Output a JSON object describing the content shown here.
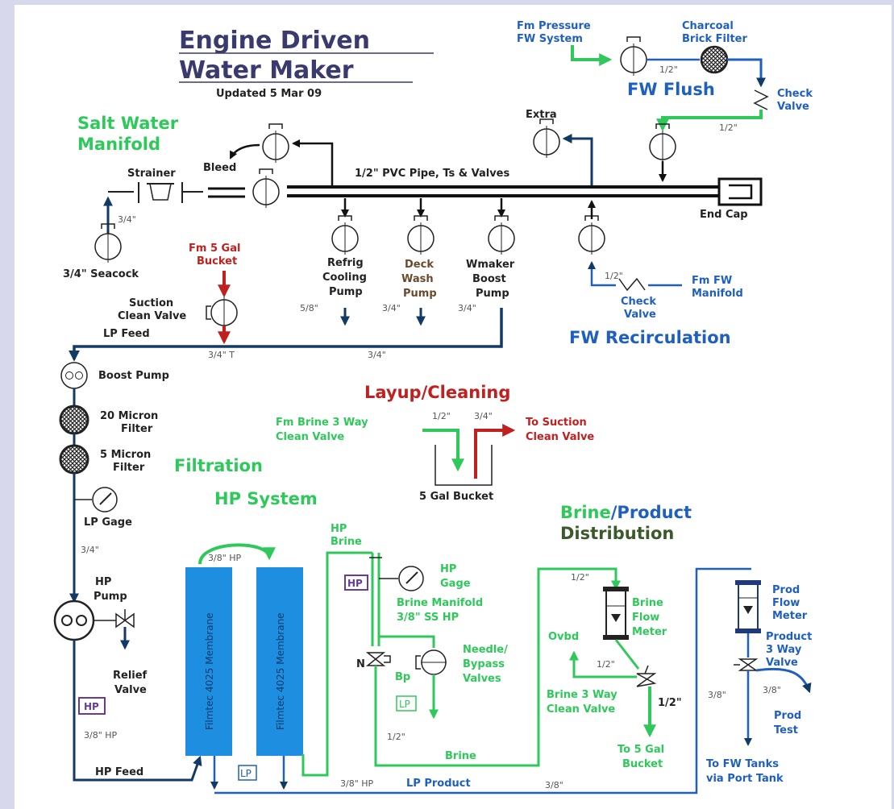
{
  "title": {
    "line1": "Engine Driven",
    "line2": "Water Maker",
    "updated": "Updated 5 Mar 09"
  },
  "sections": {
    "salt_water_manifold": {
      "line1": "Salt Water",
      "line2": "Manifold"
    },
    "fw_flush": "FW Flush",
    "fw_recirculation": "FW Recirculation",
    "layup_cleaning": "Layup/Cleaning",
    "filtration": "Filtration",
    "hp_system": "HP System",
    "brine_word": "Brine",
    "product_word": "/Product",
    "distribution": "Distribution"
  },
  "labels": {
    "fm_pressure_1": "Fm Pressure",
    "fm_pressure_2": "FW System",
    "charcoal_1": "Charcoal",
    "charcoal_2": "Brick Filter",
    "half_in_a": "1/2\"",
    "check_valve_1": "Check",
    "check_valve_2": "Valve",
    "half_in_b": "1/2\"",
    "extra": "Extra",
    "bleed": "Bleed",
    "strainer": "Strainer",
    "pvc_pipe": "1/2\" PVC Pipe, Ts & Valves",
    "end_cap": "End Cap",
    "three_quarter_a": "3/4\"",
    "seacock": "3/4\" Seacock",
    "fm5gal_1": "Fm 5 Gal",
    "fm5gal_2": "Bucket",
    "refrig_1": "Refrig",
    "refrig_2": "Cooling",
    "refrig_3": "Pump",
    "deck_1": "Deck",
    "deck_2": "Wash",
    "deck_3": "Pump",
    "wmaker_1": "Wmaker",
    "wmaker_2": "Boost",
    "wmaker_3": "Pump",
    "half_in_c": "1/2\"",
    "fm_fw_1": "Fm FW",
    "fm_fw_2": "Manifold",
    "check2_1": "Check",
    "check2_2": "Valve",
    "suction_1": "Suction",
    "suction_2": "Clean Valve",
    "five_eighths": "5/8\"",
    "three_quarter_b": "3/4\"",
    "three_quarter_c": "3/4\"",
    "lp_feed": "LP Feed",
    "three_quarter_t": "3/4\" T",
    "three_quarter_d": "3/4\"",
    "boost_pump": "Boost Pump",
    "micron20_1": "20 Micron",
    "micron20_2": "Filter",
    "micron5_1": "5 Micron",
    "micron5_2": "Filter",
    "fm_brine_1": "Fm Brine 3 Way",
    "fm_brine_2": "Clean Valve",
    "half_in_d": "1/2\"",
    "three_quarter_e": "3/4\"",
    "to_suction_1": "To Suction",
    "to_suction_2": "Clean Valve",
    "five_gal_bucket": "5 Gal Bucket",
    "lp_gage": "LP Gage",
    "three_quarter_f": "3/4\"",
    "hp_pump_1": "HP",
    "hp_pump_2": "Pump",
    "relief_1": "Relief",
    "relief_2": "Valve",
    "hp_box_a": "HP",
    "three_eighths_hp_a": "3/8\" HP",
    "hp_feed": "HP Feed",
    "three_eighths_hp_b": "3/8\" HP",
    "membrane_1": "Filmtec 4025 Membrane",
    "membrane_2": "Filmtec 4025 Membrane",
    "lp_box_a": "LP",
    "hp_brine_1": "HP",
    "hp_brine_2": "Brine",
    "hp_box_b": "HP",
    "hp_gage_1": "HP",
    "hp_gage_2": "Gage",
    "brine_manifold_1": "Brine Manifold",
    "brine_manifold_2": "3/8\" SS HP",
    "needle_1": "Needle/",
    "needle_2": "Bypass",
    "needle_3": "Valves",
    "n_label": "N",
    "bp_label": "Bp",
    "lp_box_b": "LP",
    "half_in_e": "1/2\"",
    "brine_line": "Brine",
    "three_eighths_hp_c": "3/8\" HP",
    "lp_product": "LP Product",
    "three_eighths_a": "3/8\"",
    "half_in_f": "1/2\"",
    "brine_flow_1": "Brine",
    "brine_flow_2": "Flow",
    "brine_flow_3": "Meter",
    "ovbd": "Ovbd",
    "half_in_g": "1/2\"",
    "half_in_h": "1/2\"",
    "brine3way_1": "Brine 3 Way",
    "brine3way_2": "Clean Valve",
    "to5gal_1": "To 5 Gal",
    "to5gal_2": "Bucket",
    "prod_flow_1": "Prod",
    "prod_flow_2": "Flow",
    "prod_flow_3": "Meter",
    "product3_1": "Product",
    "product3_2": "3 Way",
    "product3_3": "Valve",
    "three_eighths_b": "3/8\"",
    "three_eighths_c": "3/8\"",
    "prod_test_1": "Prod",
    "prod_test_2": "Test",
    "to_fw_1": "To FW Tanks",
    "to_fw_2": "via Port Tank"
  },
  "colors": {
    "navy": "#123a66",
    "green": "#2ec95a",
    "blue_label": "#1f5fbf",
    "red": "#c0201e",
    "membrane": "#1e8fe0",
    "title": "#3a3a6e"
  }
}
